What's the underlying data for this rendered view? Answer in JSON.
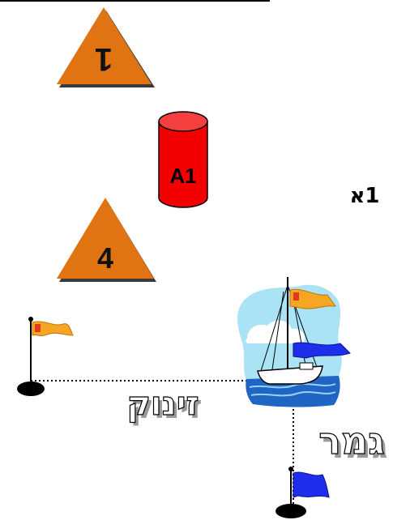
{
  "course_label": "1א",
  "marks": {
    "mark_top_label": "1",
    "cylinder_label": "A1",
    "mark_mid_label": "4"
  },
  "start_label": "זינוק",
  "finish_label": "גמר",
  "colors": {
    "mark_orange": "#E07312",
    "mark_shadow": "#3a3a3a",
    "cylinder_red": "#F40000",
    "flag_orange": "#F5A623",
    "flag_blue": "#1F2EEA",
    "sky": "#A9E3F5",
    "sea": "#1F66C4"
  },
  "icons": {
    "start_flag": "orange-flag-icon",
    "finish_flag": "blue-flag-icon",
    "boat": "sailboat-icon"
  }
}
